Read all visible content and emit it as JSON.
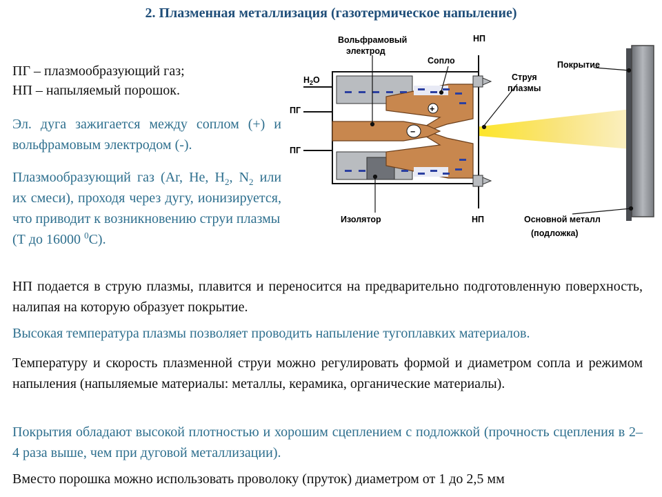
{
  "title": "2. Плазменная металлизация (газотермическое напыление)",
  "legend": {
    "pg": "ПГ – плазмообразующий газ;",
    "np": "НП – напыляемый порошок."
  },
  "arc": "Эл. дуга зажигается между соплом (+) и вольфрамовым электродом (-).",
  "gas": {
    "line1_pre": "Плазмообразующий газ (Ar, He, H",
    "h_sub": "2",
    "line1_post": ",",
    "n": "N",
    "n_sub": "2",
    "rest": " или их смеси), проходя через дугу, ионизируется, что приводит к возникновению струи плазмы",
    "temp_pre": "(Т до 16000 ",
    "temp_sup": "0",
    "temp_post": "С)."
  },
  "para_np": "НП подается в струю плазмы, плавится и переносится на предварительно подготовленную поверхность, налипая на которую образует покрытие.",
  "para_high_temp": "Высокая температура плазмы позволяет проводить напыление тугоплавких материалов.",
  "para_regulate": "Температуру и скорость плазменной струи можно регулировать формой и диаметром сопла и режимом напыления (напыляемые материалы: металлы, керамика, органические материалы).",
  "para_coatings": "Покрытия обладают высокой плотностью и хорошим сцеплением с подложкой (прочность сцепления в 2–4 раза выше, чем при дуговой металлизации).",
  "para_wire": "Вместо порошка можно использовать проволоку (пруток) диаметром от 1 до 2,5 мм",
  "diagram": {
    "tungsten_line1": "Вольфрамовый",
    "tungsten_line2": "электрод",
    "np_top": "НП",
    "nozzle": "Сопло",
    "jet_line1": "Струя",
    "jet_line2": "плазмы",
    "coating": "Покрытие",
    "h2o_pre": "H",
    "h2o_sub": "2",
    "h2o_post": "O",
    "pg_upper": "ПГ",
    "pg_lower": "ПГ",
    "minus": "−",
    "plus": "+",
    "insulator": "Изолятор",
    "np_bottom": "НП",
    "base_line1": "Основной металл",
    "base_line2": "(подложка)"
  },
  "colors": {
    "title": "#1f4e79",
    "blue_text": "#2e6f8e",
    "copper": "#c8874e",
    "steel": "#b9bcc0",
    "coolant": "#2b3fa0",
    "jet": "#f7d21c"
  }
}
